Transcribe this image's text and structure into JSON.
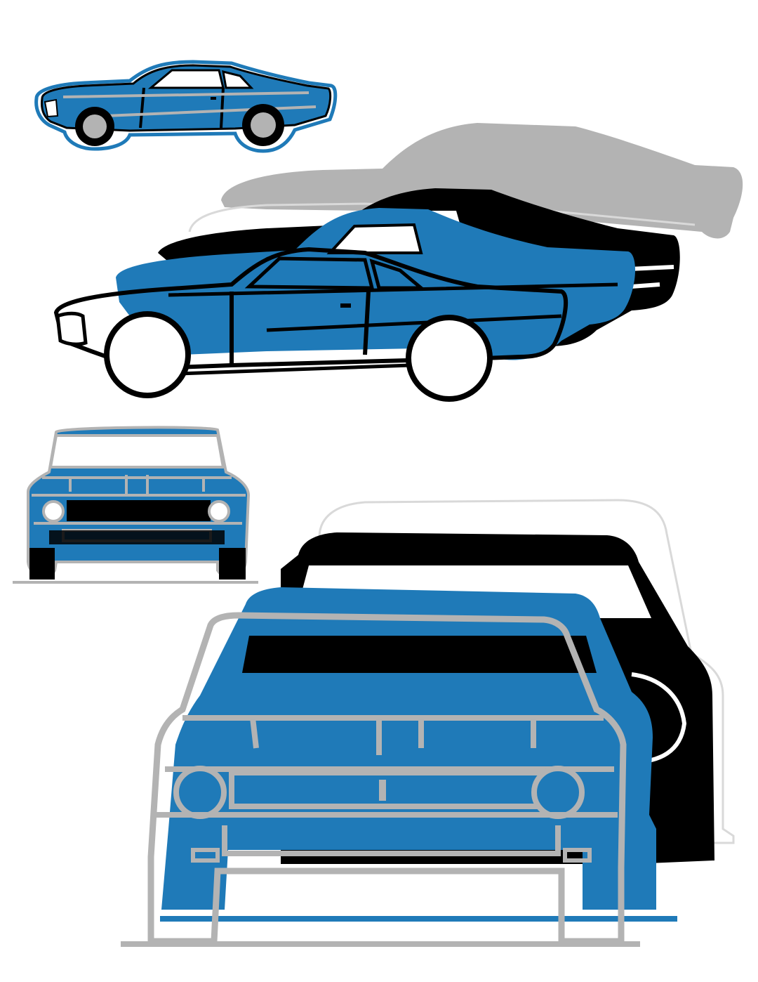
{
  "artwork": {
    "palette": {
      "blue": "#1f7ab8",
      "black": "#000000",
      "gray": "#b3b3b3",
      "light_gray": "#d9d9d9",
      "white": "#ffffff"
    },
    "side_views": [
      {
        "name": "small-side-profile",
        "fill": "blue"
      },
      {
        "name": "layered-side-gray",
        "fill": "gray"
      },
      {
        "name": "layered-side-black",
        "fill": "black"
      },
      {
        "name": "layered-side-blue",
        "fill": "blue"
      },
      {
        "name": "layered-side-outline",
        "fill": "white"
      }
    ],
    "front_views": [
      {
        "name": "small-front-view",
        "fill": "blue"
      },
      {
        "name": "layered-front-light-gray",
        "fill": "white"
      },
      {
        "name": "layered-front-black",
        "fill": "black"
      },
      {
        "name": "layered-front-blue",
        "fill": "blue"
      },
      {
        "name": "layered-front-gray-outline",
        "fill": "white"
      }
    ]
  }
}
